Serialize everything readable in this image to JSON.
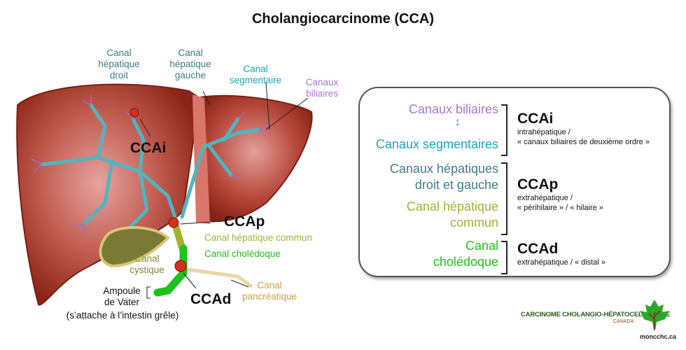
{
  "title": "Cholangiocarcinome (CCA)",
  "diagram_labels": {
    "canal_hepatique_droit": "Canal hépatique droit",
    "canal_hepatique_gauche": "Canal hépatique gauche",
    "canal_segmentaire": "Canal segmentaire",
    "canaux_biliaires": "Canaux biliaires",
    "ccai": "CCAi",
    "ccap": "CCAp",
    "ccad": "CCAd",
    "canal_hepatique_commun": "Canal hépatique commun",
    "canal_choledoque": "Canal cholédoque",
    "canal_cystique": "Canal cystique",
    "canal_pancreatique": "Canal pancréatique",
    "ampoule_de_vater": "Ampoule de Vater",
    "ampoule_note": "(s’attache à l’intestin grêle)"
  },
  "panel": {
    "groups": [
      {
        "left": [
          "Canaux biliaires",
          "Canaux segmentaires"
        ],
        "code": "CCAi",
        "desc1": "intrahépatique /",
        "desc2": "« canaux biliaires de deuxième ordre »"
      },
      {
        "left": [
          "Canaux hépatiques droit et gauche",
          "Canal hépatique commun"
        ],
        "code": "CCAp",
        "desc1": "extrahépatique /",
        "desc2": "« périhilaire » / « hilaire »"
      },
      {
        "left": [
          "Canal cholédoque"
        ],
        "code": "CCAd",
        "desc1": "extrahépatique / « distal »"
      }
    ]
  },
  "logo": {
    "name": "CARCINOME CHOLANGIO-HÉPATOCELLULAIRE",
    "country": "CANADA",
    "url": "moncchc.ca"
  },
  "colors": {
    "liver": "#9c2c1c",
    "teal_dark": "#3e7c86",
    "teal": "#1aa7b8",
    "purple": "#a678d0",
    "olive": "#a4b232",
    "green": "#1fc21a",
    "gold": "#c9a246"
  }
}
